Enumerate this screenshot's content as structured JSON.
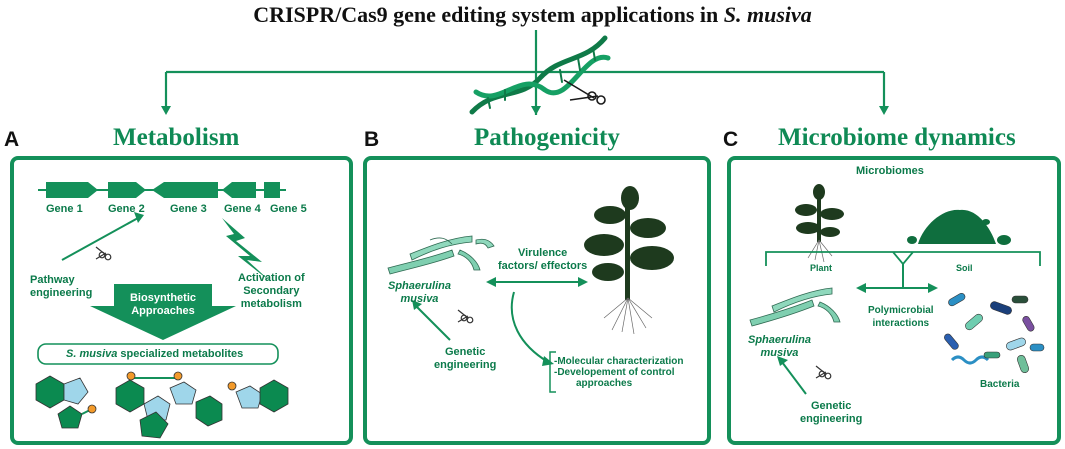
{
  "title": {
    "main": "CRISPR/Cas9 gene editing system applications in ",
    "species": "S. musiva"
  },
  "panels": {
    "a": {
      "letter": "A",
      "title": "Metabolism",
      "genes": [
        "Gene 1",
        "Gene 2",
        "Gene 3",
        "Gene 4",
        "Gene 5"
      ],
      "pathway": [
        "Pathway",
        "engineering"
      ],
      "activation": [
        "Activation of",
        "Secondary",
        "metabolism"
      ],
      "biosynthetic": [
        "Biosynthetic",
        "Approaches"
      ],
      "metabolites_species": "S. musiva",
      "metabolites_rest": " specialized metabolites"
    },
    "b": {
      "letter": "B",
      "title": "Pathogenicity",
      "virulence": [
        "Virulence",
        "factors/ effectors"
      ],
      "organism": [
        "Sphaerulina",
        "musiva"
      ],
      "genetic": [
        "Genetic",
        "engineering"
      ],
      "outcomes": [
        "-Molecular characterization",
        "-Developement of control",
        "approaches"
      ]
    },
    "c": {
      "letter": "C",
      "title": "Microbiome dynamics",
      "microbiomes": "Microbiomes",
      "plant": "Plant",
      "soil": "Soil",
      "polymicrobial": [
        "Polymicrobial",
        "interactions"
      ],
      "organism": [
        "Sphaerulina",
        "musiva"
      ],
      "bacteria": "Bacteria",
      "genetic": [
        "Genetic",
        "engineering"
      ]
    }
  },
  "colors": {
    "primary": "#14905a",
    "dark": "#0b6b40",
    "light": "#7fcfb0",
    "hex_blue": "#9fd6ea",
    "orange": "#f39a2a"
  },
  "icons": [
    "dna-helix-icon",
    "scissors-icon",
    "lightning-icon",
    "plant-icon",
    "soil-icon",
    "fungus-icon",
    "bacteria-icon"
  ]
}
